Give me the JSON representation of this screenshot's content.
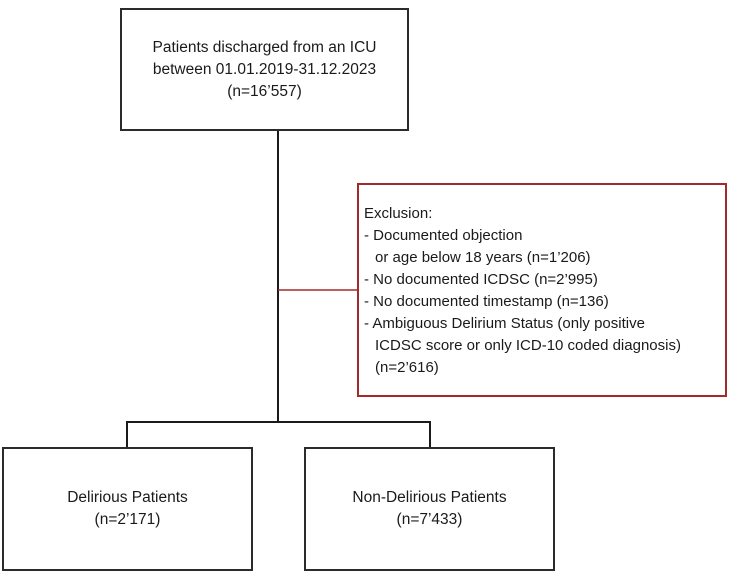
{
  "colors": {
    "box_border": "#2b2b2b",
    "exclusion_border": "#a32a2a",
    "connector": "#1a1a1a"
  },
  "top_box": {
    "line1": "Patients discharged from an ICU",
    "line2": "between 01.01.2019-31.12.2023",
    "line3": "(n=16’557)"
  },
  "exclusion": {
    "title": "Exclusion:",
    "lines": [
      "- Documented objection",
      "or age below 18 years (n=1’206)",
      "- No documented ICDSC (n=2’995)",
      "- No documented timestamp (n=136)",
      "- Ambiguous Delirium Status (only positive",
      "ICDSC score or only ICD-10 coded diagnosis)",
      "(n=2’616)"
    ]
  },
  "left_box": {
    "label": "Delirious Patients",
    "count": "(n=2’171)"
  },
  "right_box": {
    "label": "Non-Delirious Patients",
    "count": "(n=7’433)"
  }
}
